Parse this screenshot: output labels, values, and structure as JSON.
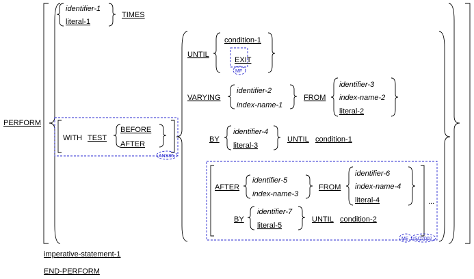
{
  "syntax": {
    "perform": "PERFORM",
    "times_form": {
      "choices": [
        "identifier-1",
        "literal-1"
      ],
      "keyword": "TIMES"
    },
    "with_test": {
      "with": "WITH",
      "test": "TEST",
      "choices": [
        "BEFORE",
        "AFTER"
      ],
      "badge": "ANS85"
    },
    "until_form": {
      "keyword": "UNTIL",
      "condition": "condition-1",
      "exit": "EXIT",
      "exit_badge": "MF"
    },
    "varying_form": {
      "varying": "VARYING",
      "varying_choices": [
        "identifier-2",
        "index-name-1"
      ],
      "from": "FROM",
      "from_choices": [
        "identifier-3",
        "index-name-2",
        "literal-2"
      ],
      "by": "BY",
      "by_choices": [
        "identifier-4",
        "literal-3"
      ],
      "until": "UNTIL",
      "until_condition": "condition-1"
    },
    "after_clause": {
      "after": "AFTER",
      "after_choices": [
        "identifier-5",
        "index-name-3"
      ],
      "from": "FROM",
      "from_choices": [
        "identifier-6",
        "index-name-4",
        "literal-4"
      ],
      "by": "BY",
      "by_choices": [
        "identifier-7",
        "literal-5"
      ],
      "until": "UNTIL",
      "until_condition": "condition-2",
      "ellipsis": "...",
      "badges": [
        "MF",
        "ISO2002"
      ]
    },
    "statement": "imperative-statement-1",
    "end": "END-PERFORM"
  }
}
